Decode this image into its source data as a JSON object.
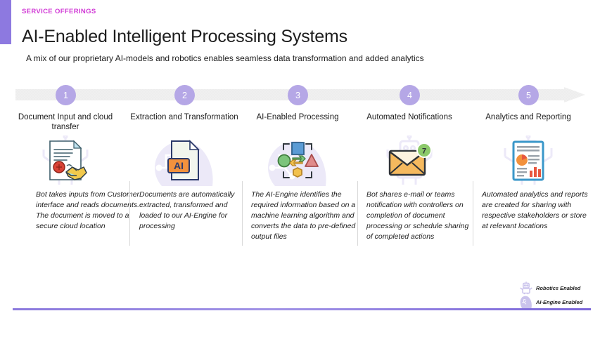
{
  "header": {
    "eyebrow": "SERVICE OFFERINGS",
    "title": "AI-Enabled Intelligent Processing Systems",
    "subtitle": "A mix of our proprietary AI-models and robotics enables seamless data transformation and added analytics"
  },
  "colors": {
    "accent_bar": "#8d79e0",
    "eyebrow": "#d13ad6",
    "circle": "#b5a7e6",
    "band": "#ededed",
    "rule": "#8b79dd"
  },
  "process": {
    "steps": [
      {
        "number": "1",
        "label": "Document Input and cloud transfer",
        "icon": "document-handshake-icon",
        "watermark": "robot-icon",
        "description": "Bot takes inputs from Customer interface and reads documents. The document is moved to a secure cloud location"
      },
      {
        "number": "2",
        "label": "Extraction and Transformation",
        "icon": "ai-file-icon",
        "watermark": "ai-brain-icon",
        "description": "Documents are automatically extracted, transformed and loaded to our AI-Engine for processing"
      },
      {
        "number": "3",
        "label": "AI-Enabled Processing",
        "icon": "shapes-exchange-icon",
        "watermark": "ai-brain-icon",
        "description": "The AI-Engine identifies the required information based on a machine learning algorithm and converts the data to pre-defined output files"
      },
      {
        "number": "4",
        "label": "Automated Notifications",
        "icon": "envelope-notification-icon",
        "watermark": "robot-icon",
        "description": "Bot shares e-mail or teams notification with controllers on completion of document processing or schedule sharing of completed actions"
      },
      {
        "number": "5",
        "label": "Analytics and Reporting",
        "icon": "report-chart-icon",
        "watermark": "robot-icon",
        "description": "Automated analytics and reports are created for sharing with respective stakeholders or store at relevant locations"
      }
    ]
  },
  "legend": {
    "items": [
      {
        "icon": "robot-icon",
        "label": "Robotics Enabled"
      },
      {
        "icon": "ai-brain-icon",
        "label": "AI-Engine Enabled"
      }
    ]
  },
  "badge": {
    "notification_count": "7"
  },
  "file_label": {
    "ai": "AI"
  }
}
